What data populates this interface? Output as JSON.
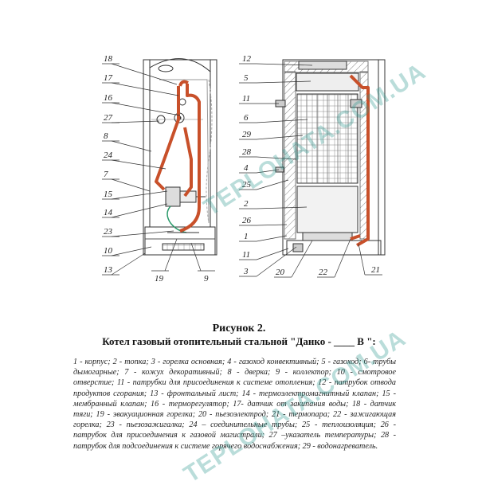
{
  "figure": {
    "title": "Рисунок 2.",
    "subtitle": "Котел газовый отопительный стальной \"Данко - ____ В \":",
    "legend": "1 - корпус; 2 - топка; 3 - горелка основная; 4 - газоход конвективный; 5 - газоход; 6- трубы дымогарные; 7 - кожух декоративный; 8 - дверка; 9 - коллектор; 10 - смотровое отверстие; 11 - патрубки для присоединения к системе отопления; 12 - патрубок отвода продуктов сгорания; 13 - фронтальный лист; 14 - термоэлектромагнитный клапан; 15 - мембранный клапан; 16 - терморегулятор; 17- датчик от закипания воды; 18 - датчик тяги; 19 - эвакуационная горелка; 20 - пьезоэлектрод; 21 - термопара; 22 - зажигающая горелка; 23 - пьезозажигалка; 24 – соединительные трубы; 25 - теплоизоляция; 26 - патрубок для присоединения к газовой магистрали; 27 –указатель температуры; 28 - патрубок для подсоединения к системе горячего водоснабжения; 29 - водонагреватель."
  },
  "labels_left": [
    "18",
    "17",
    "16",
    "27",
    "8",
    "24",
    "7",
    "15",
    "14",
    "23",
    "10",
    "13",
    "19",
    "9"
  ],
  "labels_right": [
    "12",
    "5",
    "11",
    "6",
    "29",
    "28",
    "4",
    "25",
    "2",
    "26",
    "1",
    "11",
    "3",
    "20",
    "22",
    "21"
  ],
  "watermarks": [
    "TEPLOHATA.COM.UA",
    "TEPLOHATA.COM.UA"
  ],
  "colors": {
    "pipe": "#c8502a",
    "line": "#333333",
    "insulation": "#999999",
    "watermark": "#2a968c"
  }
}
